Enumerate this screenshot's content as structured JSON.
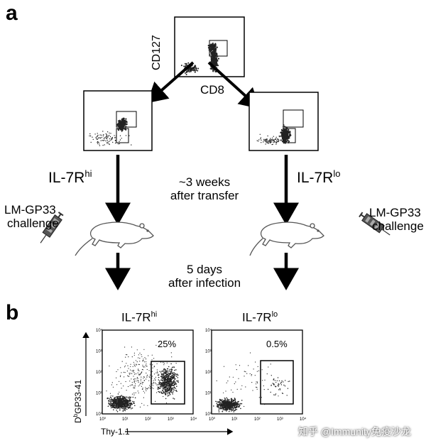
{
  "panel_a": {
    "letter": "a",
    "top_plot": {
      "ylabel": "CD127",
      "xlabel": "CD8"
    },
    "left_group": {
      "label_main": "IL-7R",
      "label_sup": "hi"
    },
    "right_group": {
      "label_main": "IL-7R",
      "label_sup": "lo"
    },
    "middle_text_1": [
      "~3 weeks",
      "after transfer"
    ],
    "middle_text_2": [
      "5 days",
      "after infection"
    ],
    "left_challenge": [
      "LM-GP33",
      "challenge"
    ],
    "right_challenge": [
      "LM-GP33",
      "challenge"
    ]
  },
  "panel_b": {
    "letter": "b",
    "left_title_main": "IL-7R",
    "left_title_sup": "hi",
    "right_title_main": "IL-7R",
    "right_title_sup": "lo",
    "left_percent": "25%",
    "right_percent": "0.5%",
    "ylabel_prefix": "D",
    "ylabel_sup": "b",
    "ylabel_rest": "GP33-41",
    "xlabel": "Thy-1.1",
    "tick_labels": [
      "10⁰",
      "10¹",
      "10²",
      "10³",
      "10⁴"
    ]
  },
  "watermark": "知乎 @Immunity免疫沙龙",
  "colors": {
    "ink": "#000000",
    "dots": "#222222",
    "syringe": "#333333"
  }
}
